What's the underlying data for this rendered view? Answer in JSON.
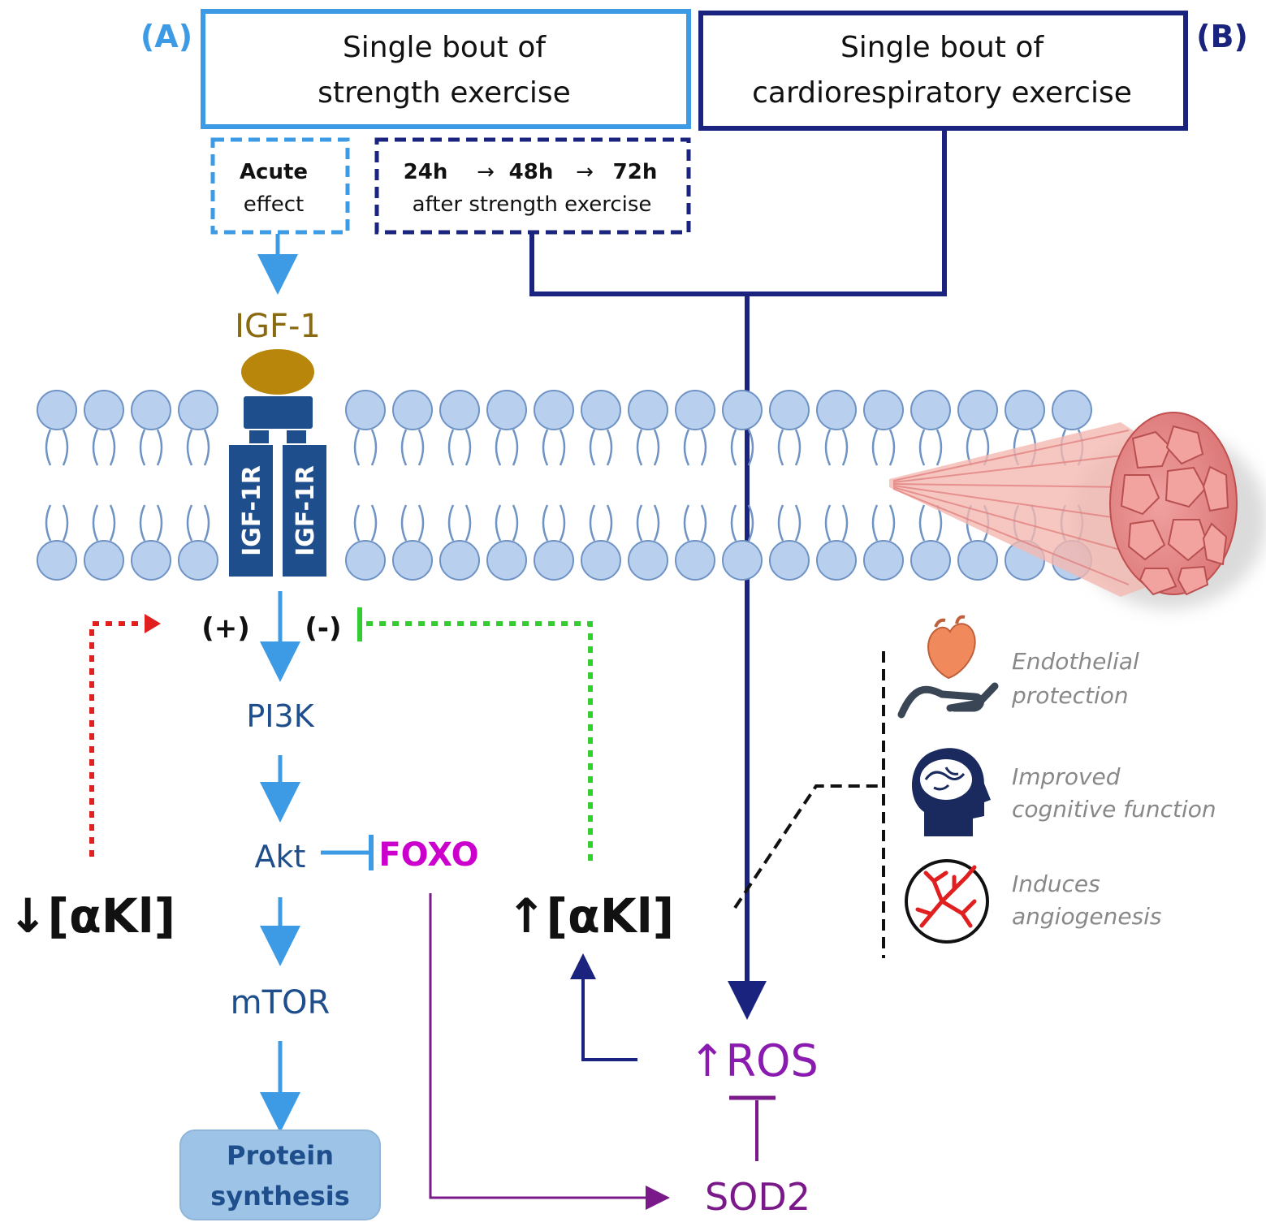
{
  "panel_a": {
    "tag": "(A)",
    "title_line1": "Single bout of",
    "title_line2": "strength exercise",
    "acute_line1": "Acute",
    "acute_line2": "effect",
    "timeline_24": "24h",
    "timeline_arrow": "→",
    "timeline_48": "48h",
    "timeline_72": "72h",
    "timeline_caption": "after strength exercise"
  },
  "panel_b": {
    "tag": "(B)",
    "title_line1": "Single bout of",
    "title_line2": "cardiorespiratory exercise"
  },
  "ligand": "IGF-1",
  "receptor_label": "IGF-1R",
  "signs": {
    "plus": "(+)",
    "minus": "(-)"
  },
  "pathway": {
    "pi3k": "PI3K",
    "akt": "Akt",
    "foxo": "FOXO",
    "mtor": "mTOR",
    "protein_line1": "Protein",
    "protein_line2": "synthesis"
  },
  "klotho": {
    "down": "↓[αKl]",
    "up": "↑[αKl]"
  },
  "ros": "↑ROS",
  "sod2": "SOD2",
  "benefits": [
    {
      "icon": "heart-hand-icon",
      "line1": "Endothelial",
      "line2": "protection"
    },
    {
      "icon": "brain-head-icon",
      "line1": "Improved",
      "line2": "cognitive function"
    },
    {
      "icon": "vessels-icon",
      "line1": "Induces",
      "line2": "angiogenesis"
    }
  ],
  "colors": {
    "light_blue": "#3d9be6",
    "dark_blue": "#1a237e",
    "olive": "#8a6a10",
    "magenta": "#cc00cc",
    "purple": "#7a1a8a",
    "red": "#e02020",
    "green": "#33cc33"
  }
}
